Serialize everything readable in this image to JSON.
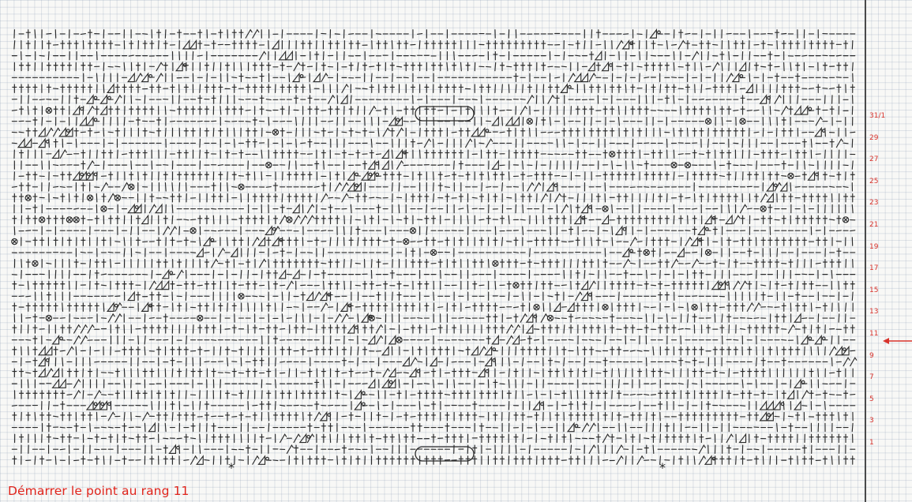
{
  "row_numbers": [
    "31/1",
    "29",
    "27",
    "25",
    "23",
    "21",
    "19",
    "17",
    "15",
    "13",
    "11",
    "9",
    "7",
    "5",
    "3",
    "1"
  ],
  "caption": "Démarrer le point au rang 11",
  "start_marker": "*",
  "colors": {
    "ink": "#2b2b2b",
    "annotation": "#d8332c",
    "caption": "#e0241b"
  },
  "legend_icons": [
    "chain-dash",
    "double-crochet-mark",
    "treble-cross-mark",
    "v-stitch-mark",
    "triangle-shell-mark",
    "crossed-circle-mark",
    "oval-loop-mark"
  ]
}
